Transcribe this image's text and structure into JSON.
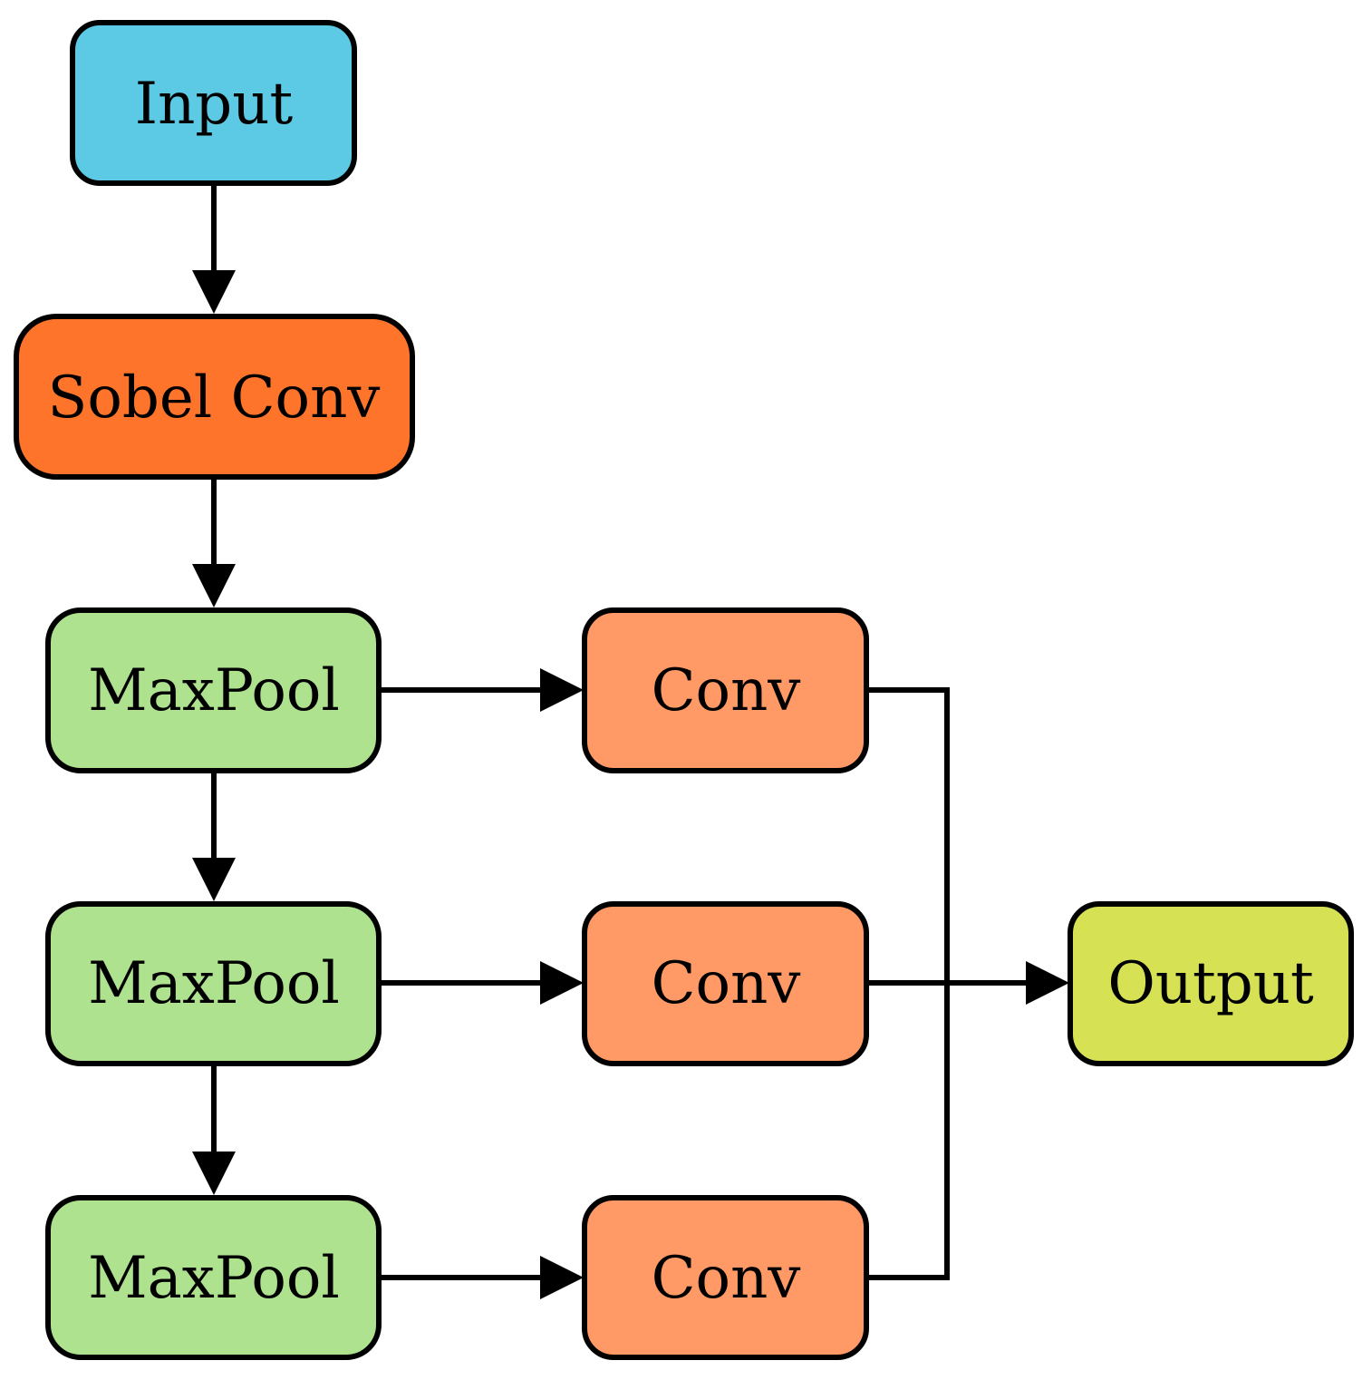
{
  "diagram": {
    "nodes": [
      {
        "id": "input",
        "label": "Input",
        "color": "#5ccae5"
      },
      {
        "id": "sobel_conv",
        "label": "Sobel Conv",
        "color": "#ff742b"
      },
      {
        "id": "maxpool_1",
        "label": "MaxPool",
        "color": "#aee28f"
      },
      {
        "id": "maxpool_2",
        "label": "MaxPool",
        "color": "#aee28f"
      },
      {
        "id": "maxpool_3",
        "label": "MaxPool",
        "color": "#aee28f"
      },
      {
        "id": "conv_1",
        "label": "Conv",
        "color": "#ff9966"
      },
      {
        "id": "conv_2",
        "label": "Conv",
        "color": "#ff9966"
      },
      {
        "id": "conv_3",
        "label": "Conv",
        "color": "#ff9966"
      },
      {
        "id": "output",
        "label": "Output",
        "color": "#d6e254"
      }
    ],
    "edges": [
      {
        "from": "input",
        "to": "sobel_conv"
      },
      {
        "from": "sobel_conv",
        "to": "maxpool_1"
      },
      {
        "from": "maxpool_1",
        "to": "maxpool_2"
      },
      {
        "from": "maxpool_2",
        "to": "maxpool_3"
      },
      {
        "from": "maxpool_1",
        "to": "conv_1"
      },
      {
        "from": "maxpool_2",
        "to": "conv_2"
      },
      {
        "from": "maxpool_3",
        "to": "conv_3"
      },
      {
        "from": "conv_1",
        "to": "output"
      },
      {
        "from": "conv_2",
        "to": "output"
      },
      {
        "from": "conv_3",
        "to": "output"
      }
    ]
  }
}
